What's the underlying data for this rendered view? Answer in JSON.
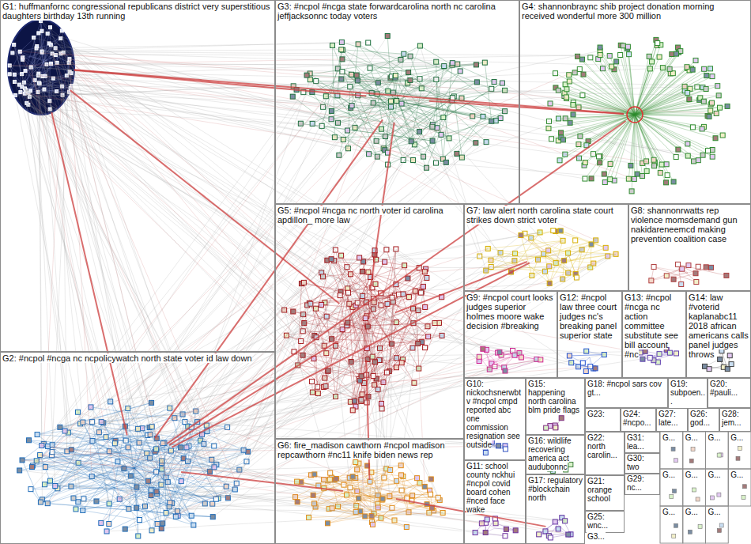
{
  "diagram": {
    "nodes": [
      {
        "text": [
          "G1: huffmanfornc congressional republicans district very superstitious daughters birthday 13th running"
        ]
      },
      {
        "text": [
          "G2: #ncpol #ncga nc ncpolicywatch north state voter id law down"
        ]
      },
      {
        "text": [
          "G3: #ncpol #ncga state forwardcarolina north nc carolina jeffjacksonnc today voters"
        ]
      },
      {
        "text": [
          "G4: shannonbraync shib project donation morning received wonderful more 300 million"
        ]
      },
      {
        "text": [
          "G5: #ncpol #ncga nc north voter id carolina apdillon_ more law"
        ]
      },
      {
        "text": [
          "G6: fire_madison cawthorn #ncpol madison repcawthorn #nc11 knife biden news rep"
        ]
      },
      {
        "text": [
          "G7: law alert north carolina state court strikes down strict voter"
        ]
      },
      {
        "text": [
          "G8: shannonrwatts rep violence momsdemand gun nakidareneemcd making prevention coalition case"
        ]
      },
      {
        "text": [
          "G9: #ncpol court looks judges superior holmes moore wake decision #breaking"
        ]
      },
      {
        "text": [
          "G10: nickochsnerwbtv #ncpol cmpd reported abc one commission resignation see outside"
        ]
      },
      {
        "text": [
          "G11: school county nckhui #ncpol covid board cohen #nced face wake"
        ]
      },
      {
        "text": [
          "G12: #ncpol law three court judges nc's breaking panel superior state"
        ]
      },
      {
        "text": [
          "G13: #ncpol #ncga nc action committee substitute see bill account #nc"
        ]
      },
      {
        "text": [
          "G14: law #voterid kaplanabc11 2018 african americans calls panel judges throws"
        ]
      },
      {
        "text": [
          "G15: happening north carolina blm pride flags"
        ]
      },
      {
        "text": [
          "G16: wildlife recovering america act audubonnc"
        ]
      },
      {
        "text": [
          "G17: regulatory #blockchain north"
        ]
      },
      {
        "text": [
          "G18: #ncpol sars cov gt..."
        ]
      },
      {
        "text": [
          "G19: subpoen..."
        ]
      },
      {
        "text": [
          "G20: #pauli..."
        ]
      },
      {
        "text": [
          "G21: orange school"
        ]
      },
      {
        "text": [
          "G22: north carolin..."
        ]
      },
      {
        "text": [
          "G23:"
        ]
      },
      {
        "text": [
          "G24: #ncpo..."
        ]
      },
      {
        "text": [
          "G25: wnc..."
        ]
      },
      {
        "text": [
          "G26: god..."
        ]
      },
      {
        "text": [
          "G27: late..."
        ]
      },
      {
        "text": [
          "G28: jem..."
        ]
      },
      {
        "text": [
          "G29: nc..."
        ]
      },
      {
        "text": [
          "G30: two"
        ]
      },
      {
        "text": [
          "G31: lea..."
        ]
      }
    ],
    "edges": [
      {
        "from": 0,
        "to": 1,
        "arrow": "none"
      },
      {
        "from": 0,
        "to": 2,
        "arrow": "none"
      },
      {
        "from": 0,
        "to": 4,
        "arrow": "none"
      },
      {
        "from": 0,
        "to": 3,
        "arrow": "none"
      },
      {
        "from": 1,
        "to": 4,
        "arrow": "none"
      },
      {
        "from": 1,
        "to": 2,
        "arrow": "none"
      },
      {
        "from": 1,
        "to": 5,
        "arrow": "none"
      },
      {
        "from": 4,
        "to": 2,
        "arrow": "none"
      },
      {
        "from": 4,
        "to": 5,
        "arrow": "none"
      },
      {
        "from": 2,
        "to": 3,
        "arrow": "none"
      },
      {
        "from": 1,
        "to": 6,
        "arrow": "none"
      },
      {
        "from": 4,
        "to": 6,
        "arrow": "none"
      },
      {
        "from": 5,
        "to": 16,
        "arrow": "none"
      },
      {
        "from": 1,
        "to": 3,
        "arrow": "none"
      }
    ],
    "labels": [
      "G3...",
      "G...",
      "G...",
      "G...",
      "G...",
      "G...",
      "G...",
      "G...",
      "G...",
      "G...",
      "G...",
      "G..."
    ]
  }
}
